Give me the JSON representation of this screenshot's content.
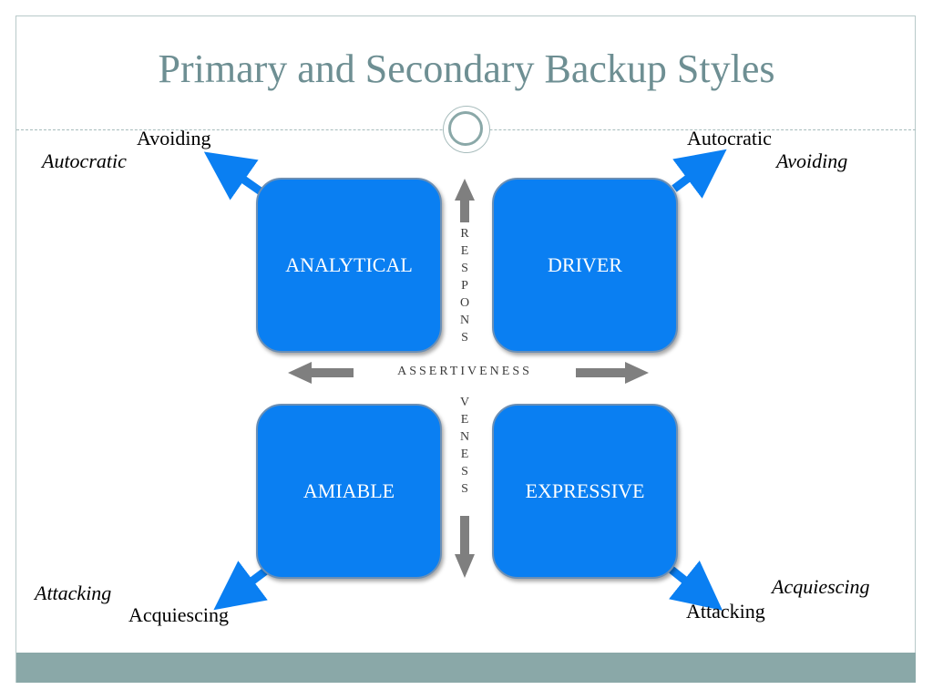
{
  "title": "Primary and Secondary Backup Styles",
  "quadrants": {
    "top_left": "ANALYTICAL",
    "top_right": "DRIVER",
    "bottom_left": "AMIABLE",
    "bottom_right": "EXPRESSIVE"
  },
  "corner_labels": {
    "top_left": {
      "primary": "Avoiding",
      "secondary": "Autocratic"
    },
    "top_right": {
      "primary": "Autocratic",
      "secondary": "Avoiding"
    },
    "bottom_left": {
      "secondary": "Attacking",
      "primary": "Acquiescing"
    },
    "bottom_right": {
      "secondary": "Acquiescing",
      "primary": "Attacking"
    }
  },
  "axes": {
    "horizontal": "ASSERTIVENESS",
    "vertical_upper": [
      "R",
      "E",
      "S",
      "P",
      "O",
      "N",
      "S"
    ],
    "vertical_lower": [
      "V",
      "E",
      "N",
      "E",
      "S",
      "S"
    ]
  },
  "colors": {
    "title": "#6e8f93",
    "box_fill": "#0a7ff2",
    "axis_arrow": "#7f7f7f",
    "footer": "#8aa8a8"
  },
  "icons": {
    "divider_ornament": "ring-icon"
  }
}
